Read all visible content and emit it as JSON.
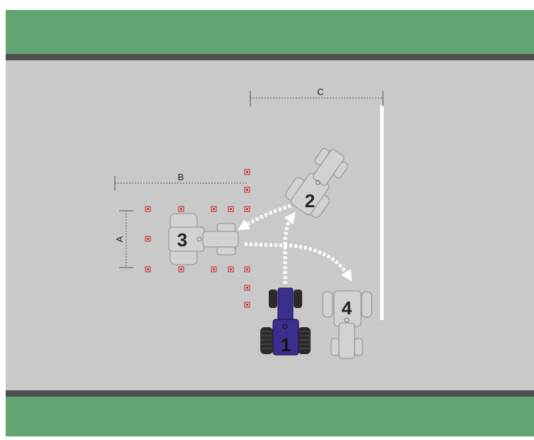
{
  "diagram": {
    "dimension_labels": {
      "a": "A",
      "b": "B",
      "c": "C"
    },
    "vehicle_labels": [
      "1",
      "2",
      "3",
      "4"
    ],
    "colors": {
      "grass": "#62a572",
      "road": "#c9c9c9",
      "curb": "#4f4f4f",
      "tractor_active": "#3a2f8c",
      "tractor_ghost": "#d2d2d2",
      "marker": "#cc2222",
      "arrow": "#ffffff",
      "line": "#ffffff"
    }
  }
}
